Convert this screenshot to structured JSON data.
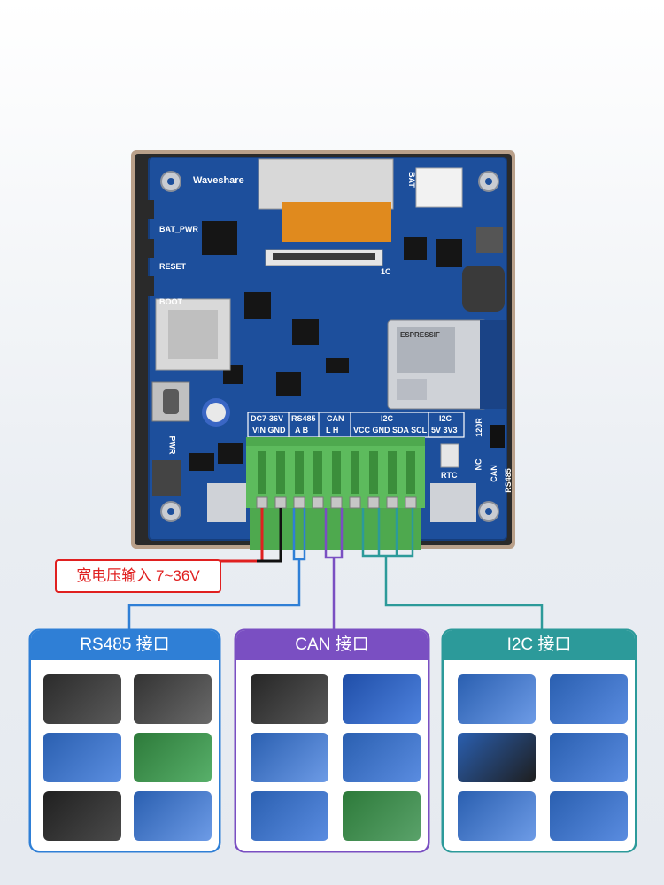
{
  "board": {
    "silk_brand": "Waveshare",
    "buttons": [
      "BAT_PWR",
      "RESET",
      "BOOT"
    ],
    "module_brand": "ESPRESSIF",
    "bat_label": "BAT",
    "fpc_label": "1C",
    "rtc_label": "RTC",
    "pwr_label": "PWR",
    "nc_can_rs485": [
      "NC",
      "CAN",
      "RS485"
    ],
    "r120": "120R",
    "groups": [
      {
        "name": "DC7-36V",
        "pins": "VIN GND"
      },
      {
        "name": "RS485",
        "pins": "A B"
      },
      {
        "name": "CAN",
        "pins": "L H"
      },
      {
        "name": "I2C",
        "pins": "VCC GND SDA SCL"
      },
      {
        "name": "I2C",
        "pins": "5V 3V3"
      }
    ]
  },
  "callout": {
    "text": "宽电压输入 7~36V",
    "color": "#e02020"
  },
  "panels": [
    {
      "title": "RS485 接口",
      "color": "#2f7fd6"
    },
    {
      "title": "CAN 接口",
      "color": "#7a4fc2"
    },
    {
      "title": "I2C 接口",
      "color": "#2c9a9a"
    }
  ],
  "colors": {
    "pcb": "#1d4f9c",
    "terminal": "#5dbb5d",
    "frame": "#b9a08a"
  }
}
